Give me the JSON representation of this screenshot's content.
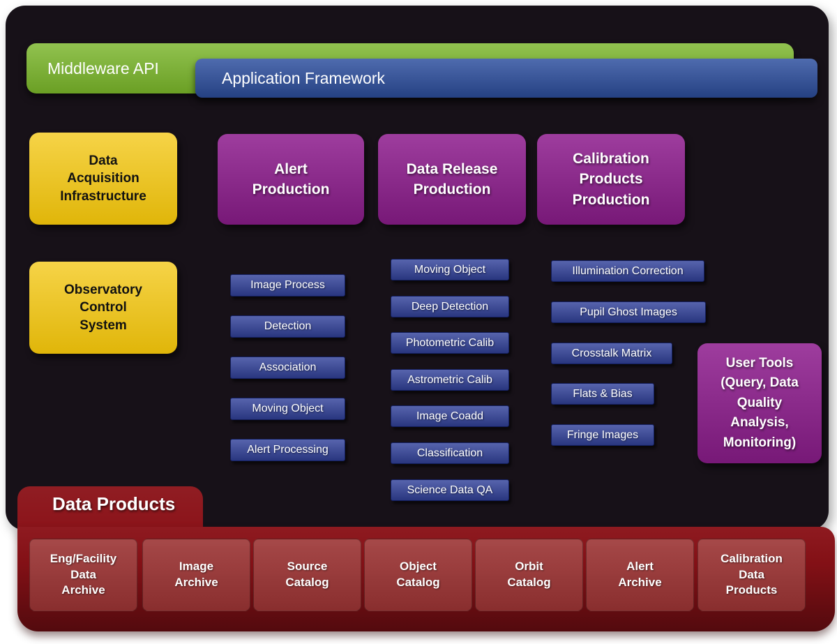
{
  "colors": {
    "panel": "#171118",
    "green": "#79b529",
    "blue_bar": "#2d4f9f",
    "yellow": "#f3c50a",
    "purple": "#8e1d8e",
    "module_blue": "#32429b",
    "band_red": "#8a1117",
    "box_red": "#9c3434"
  },
  "top_bars": {
    "middleware_api": "Middleware API",
    "application_framework": "Application Framework"
  },
  "infrastructure": {
    "data_acquisition": "Data\nAcquisition\nInfrastructure",
    "observatory_control": "Observatory\nControl\nSystem"
  },
  "pipelines": [
    {
      "title": "Alert\nProduction",
      "modules": [
        "Image Process",
        "Detection",
        "Association",
        "Moving Object",
        "Alert Processing"
      ]
    },
    {
      "title": "Data Release\nProduction",
      "modules": [
        "Moving Object",
        "Deep Detection",
        "Photometric Calib",
        "Astrometric Calib",
        "Image Coadd",
        "Classification",
        "Science Data QA"
      ]
    },
    {
      "title": "Calibration\nProducts\nProduction",
      "modules": [
        "Illumination Correction",
        "Pupil Ghost Images",
        "Crosstalk Matrix",
        "Flats & Bias",
        "Fringe Images"
      ]
    }
  ],
  "user_tools": "User Tools\n(Query, Data\nQuality\nAnalysis,\nMonitoring)",
  "data_products": {
    "title": "Data Products",
    "items": [
      "Eng/Facility\nData\nArchive",
      "Image\nArchive",
      "Source\nCatalog",
      "Object\nCatalog",
      "Orbit\nCatalog",
      "Alert\nArchive",
      "Calibration\nData\nProducts"
    ]
  }
}
